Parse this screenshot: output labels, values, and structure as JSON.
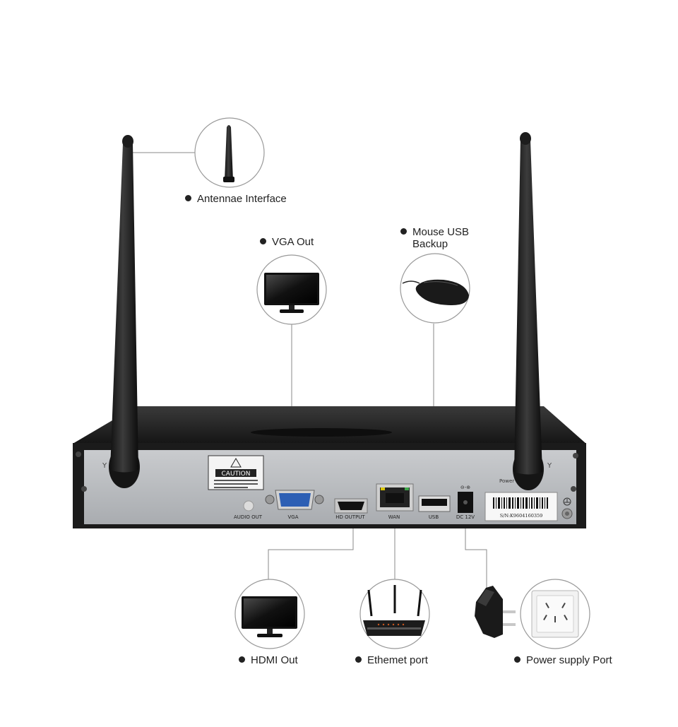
{
  "callouts": {
    "antenna": "Antennae Interface",
    "vga": "VGA Out",
    "usb_line1": "Mouse USB",
    "usb_line2": "Backup",
    "hdmi": "HDMI Out",
    "ethernet": "Ethemet port",
    "power": "Power supply Port"
  },
  "panel_labels": {
    "audio_out": "AUDIO OUT",
    "vga": "VGA",
    "hd_output": "HD OUTPUT",
    "wan": "WAN",
    "usb": "USB",
    "dc": "DC 12V",
    "caution": "CAUTION",
    "serial": "S/N:K9604160359",
    "power_switch": "Power"
  },
  "icons": {
    "antenna": "antenna-icon",
    "monitor": "monitor-icon",
    "mouse": "mouse-icon",
    "router": "router-icon",
    "adapter": "power-adapter-icon",
    "socket": "wall-socket-icon",
    "ground": "ground-icon"
  },
  "colors": {
    "leader": "#888888",
    "chassis_top": "#2a2a2a",
    "panel": "#b9bcc0",
    "vga_blue": "#2d5fb4"
  }
}
